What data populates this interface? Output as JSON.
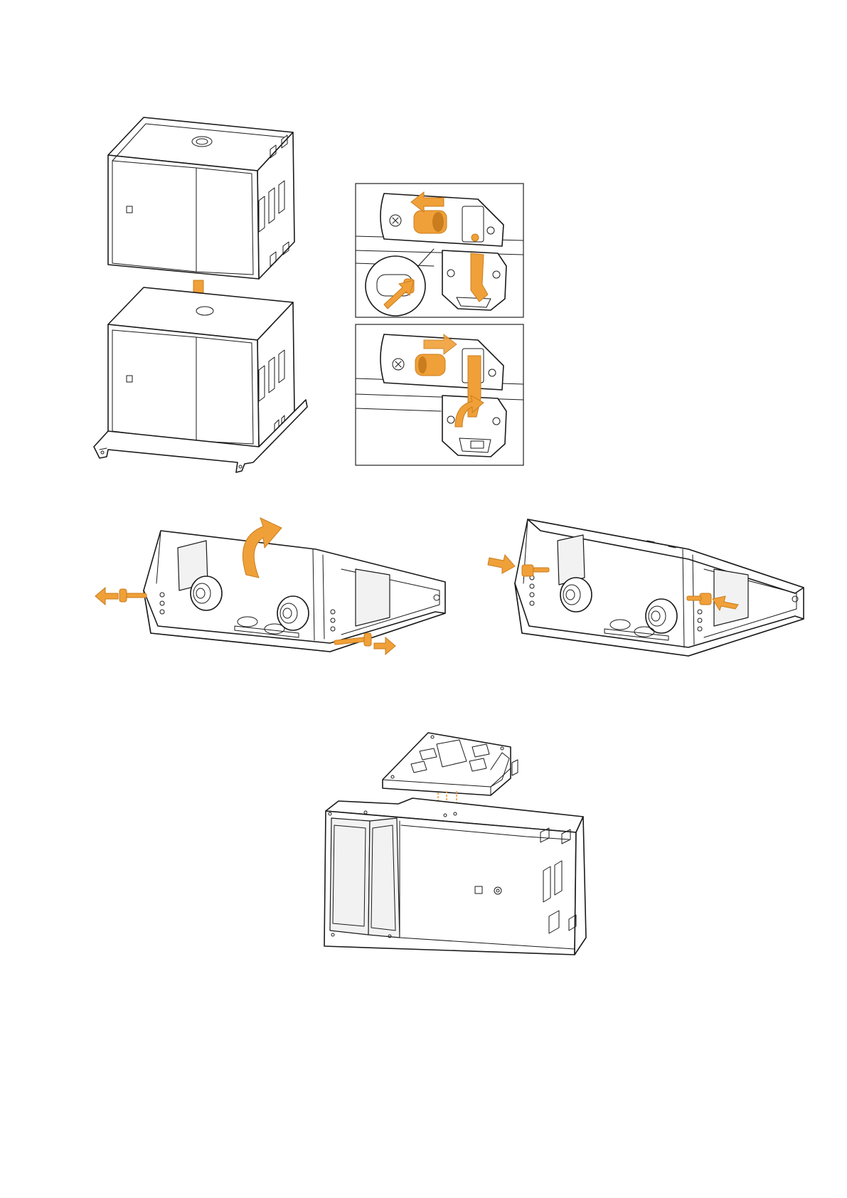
{
  "colors": {
    "line": "#1a1a1a",
    "highlight": "#f0a038",
    "highlight_dark": "#c97d1e",
    "background": "#ffffff",
    "panel_border": "#222222"
  },
  "figures": [
    {
      "id": "stack-subwoofers",
      "icon": "down-arrow-icon"
    },
    {
      "id": "latch-detail-unlock",
      "icon": "left-arrow-icon"
    },
    {
      "id": "latch-detail-lock",
      "icon": "right-arrow-icon"
    },
    {
      "id": "bracket-pins-removed",
      "icon": "curved-arrow-icon"
    },
    {
      "id": "bracket-pins-inserted",
      "icon": "right-arrow-icon"
    },
    {
      "id": "bracket-on-cabinet",
      "icon": "dashed-arrow-icon"
    }
  ]
}
